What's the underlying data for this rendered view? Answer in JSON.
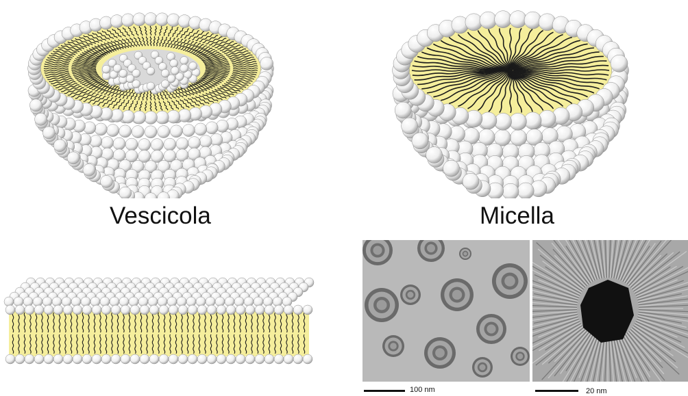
{
  "captions": {
    "vesicle": "Vescicola",
    "micelle": "Micella"
  },
  "scale_bars": {
    "left": "100 nm",
    "right": "20 nm"
  },
  "colors": {
    "tail_region": "#f5ee9c",
    "head_sphere": "#ffffff",
    "tail_line": "#1a1a1a",
    "micrograph_bg": "#b9b9b9"
  },
  "figures": [
    {
      "name": "vesicle-illustration",
      "description_icon": "vesicle-icon"
    },
    {
      "name": "micelle-illustration",
      "description_icon": "micelle-icon"
    },
    {
      "name": "bilayer-illustration",
      "description_icon": "bilayer-icon"
    },
    {
      "name": "micrograph-vesicles",
      "description_icon": "tem-image-icon"
    },
    {
      "name": "micrograph-micelle",
      "description_icon": "tem-image-icon"
    }
  ]
}
